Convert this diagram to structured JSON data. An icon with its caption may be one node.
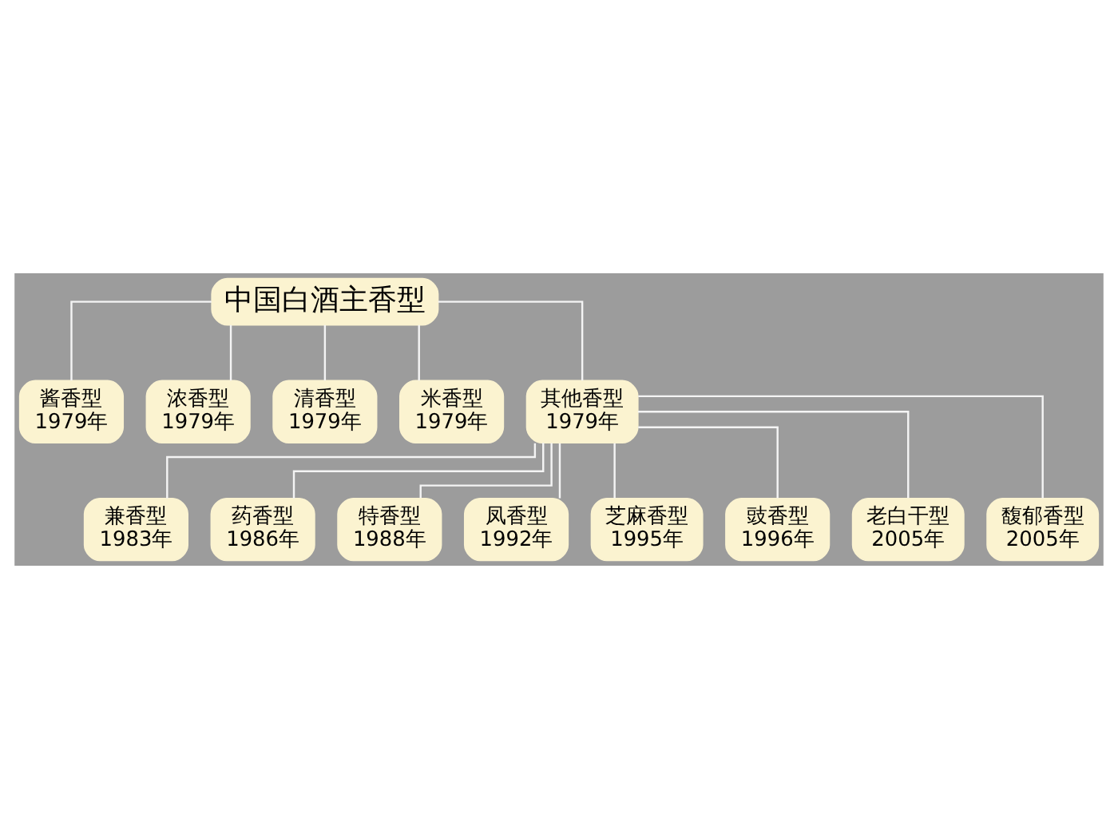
{
  "diagram": {
    "nodes": [
      {
        "text": [
          "中国白酒主香型"
        ]
      },
      {
        "text": [
          "酱香型",
          "1979年"
        ]
      },
      {
        "text": [
          "浓香型",
          "1979年"
        ]
      },
      {
        "text": [
          "清香型",
          "1979年"
        ]
      },
      {
        "text": [
          "米香型",
          "1979年"
        ]
      },
      {
        "text": [
          "其他香型",
          "1979年"
        ]
      },
      {
        "text": [
          "兼香型",
          "1983年"
        ]
      },
      {
        "text": [
          "药香型",
          "1986年"
        ]
      },
      {
        "text": [
          "特香型",
          "1988年"
        ]
      },
      {
        "text": [
          "凤香型",
          "1992年"
        ]
      },
      {
        "text": [
          "芝麻香型",
          "1995年"
        ]
      },
      {
        "text": [
          "豉香型",
          "1996年"
        ]
      },
      {
        "text": [
          "老白干型",
          "2005年"
        ]
      },
      {
        "text": [
          "馥郁香型",
          "2005年"
        ]
      }
    ],
    "edges": [
      {
        "from": 0,
        "to": 1,
        "arrow": "none"
      },
      {
        "from": 0,
        "to": 2,
        "arrow": "none"
      },
      {
        "from": 0,
        "to": 3,
        "arrow": "none"
      },
      {
        "from": 0,
        "to": 4,
        "arrow": "none"
      },
      {
        "from": 0,
        "to": 5,
        "arrow": "none"
      },
      {
        "from": 5,
        "to": 6,
        "arrow": "none"
      },
      {
        "from": 5,
        "to": 7,
        "arrow": "none"
      },
      {
        "from": 5,
        "to": 8,
        "arrow": "none"
      },
      {
        "from": 5,
        "to": 9,
        "arrow": "none"
      },
      {
        "from": 5,
        "to": 10,
        "arrow": "none"
      },
      {
        "from": 5,
        "to": 11,
        "arrow": "none"
      },
      {
        "from": 5,
        "to": 12,
        "arrow": "none"
      },
      {
        "from": 5,
        "to": 13,
        "arrow": "none"
      }
    ]
  }
}
